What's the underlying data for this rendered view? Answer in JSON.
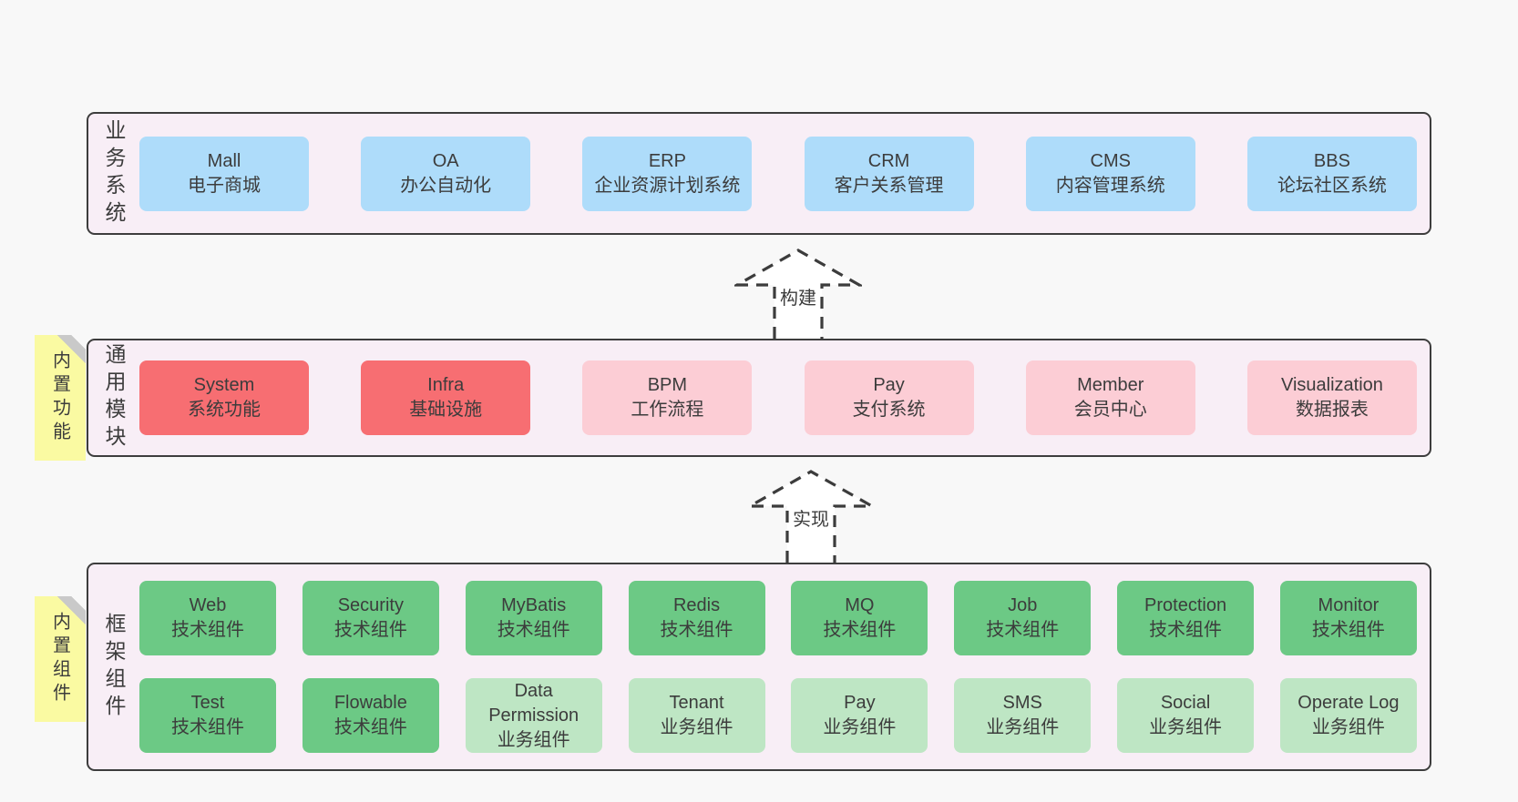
{
  "colors": {
    "page_bg": "#f8f8f8",
    "band_bg": "#f8eef6",
    "band_border": "#3d3d3d",
    "blue_box": "#aedcfa",
    "red_box": "#f76e72",
    "pink_box": "#fccdd5",
    "green_box": "#6cc985",
    "light_green_box": "#bee6c4",
    "sticky_yellow": "#fafaa2",
    "sticky_fold": "#c9c9c9",
    "text": "#3c3c3c"
  },
  "arrows": [
    {
      "label": "构建"
    },
    {
      "label": "实现"
    }
  ],
  "bands": [
    {
      "label": "业务系统",
      "boxes": [
        {
          "name": "Mall",
          "desc": "电子商城"
        },
        {
          "name": "OA",
          "desc": "办公自动化"
        },
        {
          "name": "ERP",
          "desc": "企业资源计划系统"
        },
        {
          "name": "CRM",
          "desc": "客户关系管理"
        },
        {
          "name": "CMS",
          "desc": "内容管理系统"
        },
        {
          "name": "BBS",
          "desc": "论坛社区系统"
        }
      ]
    },
    {
      "label": "通用模块",
      "sticky": "内置功能",
      "boxes": [
        {
          "name": "System",
          "desc": "系统功能"
        },
        {
          "name": "Infra",
          "desc": "基础设施"
        },
        {
          "name": "BPM",
          "desc": "工作流程"
        },
        {
          "name": "Pay",
          "desc": "支付系统"
        },
        {
          "name": "Member",
          "desc": "会员中心"
        },
        {
          "name": "Visualization",
          "desc": "数据报表"
        }
      ]
    },
    {
      "label": "框架组件",
      "sticky": "内置组件",
      "rows": [
        [
          {
            "name": "Web",
            "desc": "技术组件"
          },
          {
            "name": "Security",
            "desc": "技术组件"
          },
          {
            "name": "MyBatis",
            "desc": "技术组件"
          },
          {
            "name": "Redis",
            "desc": "技术组件"
          },
          {
            "name": "MQ",
            "desc": "技术组件"
          },
          {
            "name": "Job",
            "desc": "技术组件"
          },
          {
            "name": "Protection",
            "desc": "技术组件"
          },
          {
            "name": "Monitor",
            "desc": "技术组件"
          }
        ],
        [
          {
            "name": "Test",
            "desc": "技术组件"
          },
          {
            "name": "Flowable",
            "desc": "技术组件"
          },
          {
            "name": "Data Permission",
            "desc": "业务组件"
          },
          {
            "name": "Tenant",
            "desc": "业务组件"
          },
          {
            "name": "Pay",
            "desc": "业务组件"
          },
          {
            "name": "SMS",
            "desc": "业务组件"
          },
          {
            "name": "Social",
            "desc": "业务组件"
          },
          {
            "name": "Operate Log",
            "desc": "业务组件"
          }
        ]
      ]
    }
  ]
}
